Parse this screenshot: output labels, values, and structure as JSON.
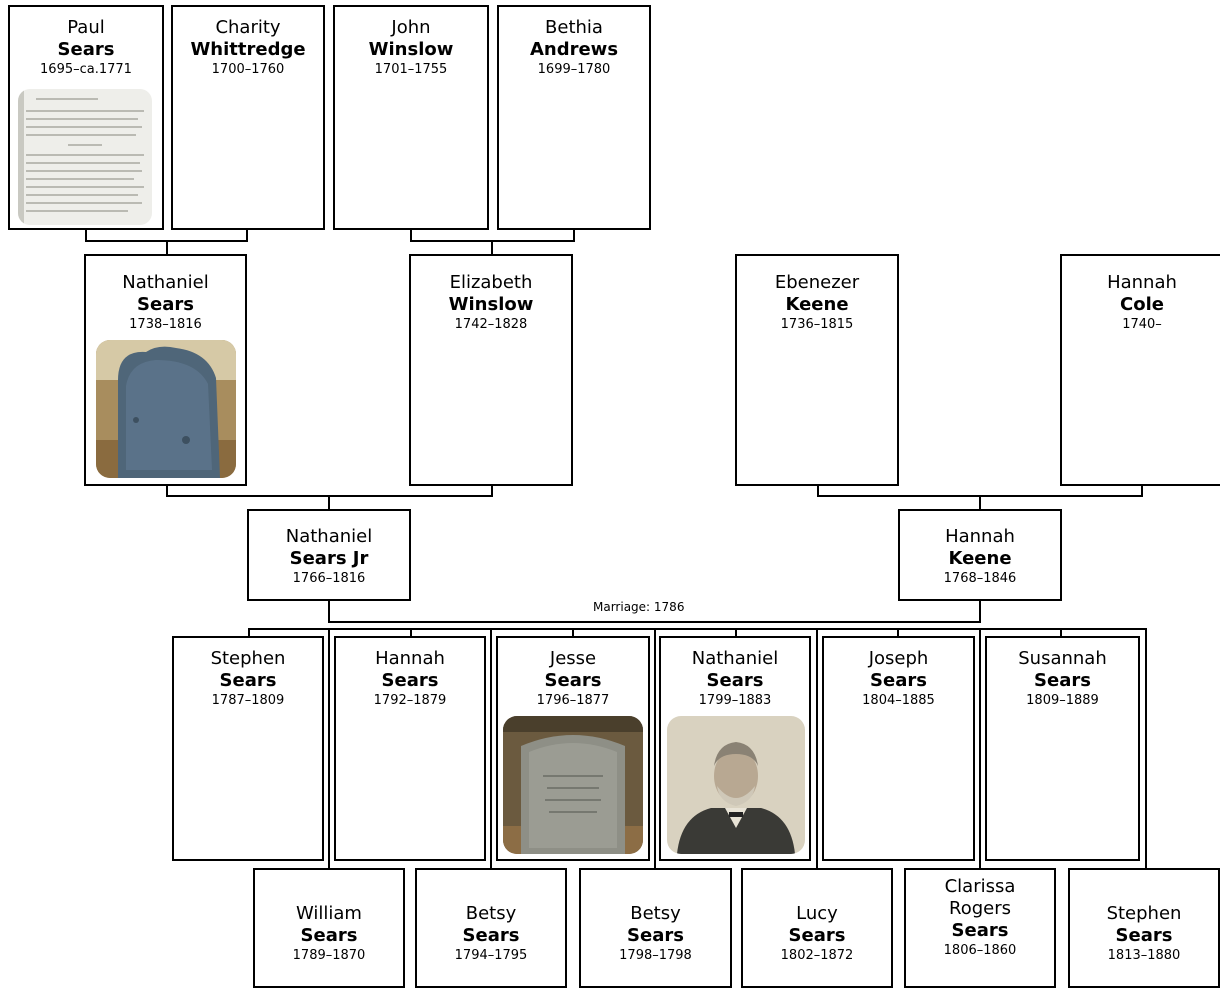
{
  "people": {
    "paul": {
      "given": "Paul",
      "surname": "Sears",
      "dates": "1695–ca.1771"
    },
    "charity": {
      "given": "Charity",
      "surname": "Whittredge",
      "dates": "1700–1760"
    },
    "john": {
      "given": "John",
      "surname": "Winslow",
      "dates": "1701–1755"
    },
    "bethia": {
      "given": "Bethia",
      "surname": "Andrews",
      "dates": "1699–1780"
    },
    "nathaniel_sr": {
      "given": "Nathaniel",
      "surname": "Sears",
      "dates": "1738–1816"
    },
    "elizabeth": {
      "given": "Elizabeth",
      "surname": "Winslow",
      "dates": "1742–1828"
    },
    "ebenezer": {
      "given": "Ebenezer",
      "surname": "Keene",
      "dates": "1736–1815"
    },
    "hannah_cole": {
      "given": "Hannah",
      "surname": "Cole",
      "dates": "1740–"
    },
    "nathaniel_jr": {
      "given": "Nathaniel",
      "surname": "Sears Jr",
      "dates": "1766–1816"
    },
    "hannah_keene": {
      "given": "Hannah",
      "surname": "Keene",
      "dates": "1768–1846"
    },
    "stephen_1787": {
      "given": "Stephen",
      "surname": "Sears",
      "dates": "1787–1809"
    },
    "hannah_1792": {
      "given": "Hannah",
      "surname": "Sears",
      "dates": "1792–1879"
    },
    "jesse": {
      "given": "Jesse",
      "surname": "Sears",
      "dates": "1796–1877"
    },
    "nathaniel_1799": {
      "given": "Nathaniel",
      "surname": "Sears",
      "dates": "1799–1883"
    },
    "joseph": {
      "given": "Joseph",
      "surname": "Sears",
      "dates": "1804–1885"
    },
    "susannah": {
      "given": "Susannah",
      "surname": "Sears",
      "dates": "1809–1889"
    },
    "william": {
      "given": "William",
      "surname": "Sears",
      "dates": "1789–1870"
    },
    "betsy_1794": {
      "given": "Betsy",
      "surname": "Sears",
      "dates": "1794–1795"
    },
    "betsy_1798": {
      "given": "Betsy",
      "surname": "Sears",
      "dates": "1798–1798"
    },
    "lucy": {
      "given": "Lucy",
      "surname": "Sears",
      "dates": "1802–1872"
    },
    "clarissa": {
      "given": "Clarissa Rogers",
      "surname": "Sears",
      "dates": "1806–1860"
    },
    "stephen_1813": {
      "given": "Stephen",
      "surname": "Sears",
      "dates": "1813–1880"
    }
  },
  "marriage_label": "Marriage: 1786"
}
